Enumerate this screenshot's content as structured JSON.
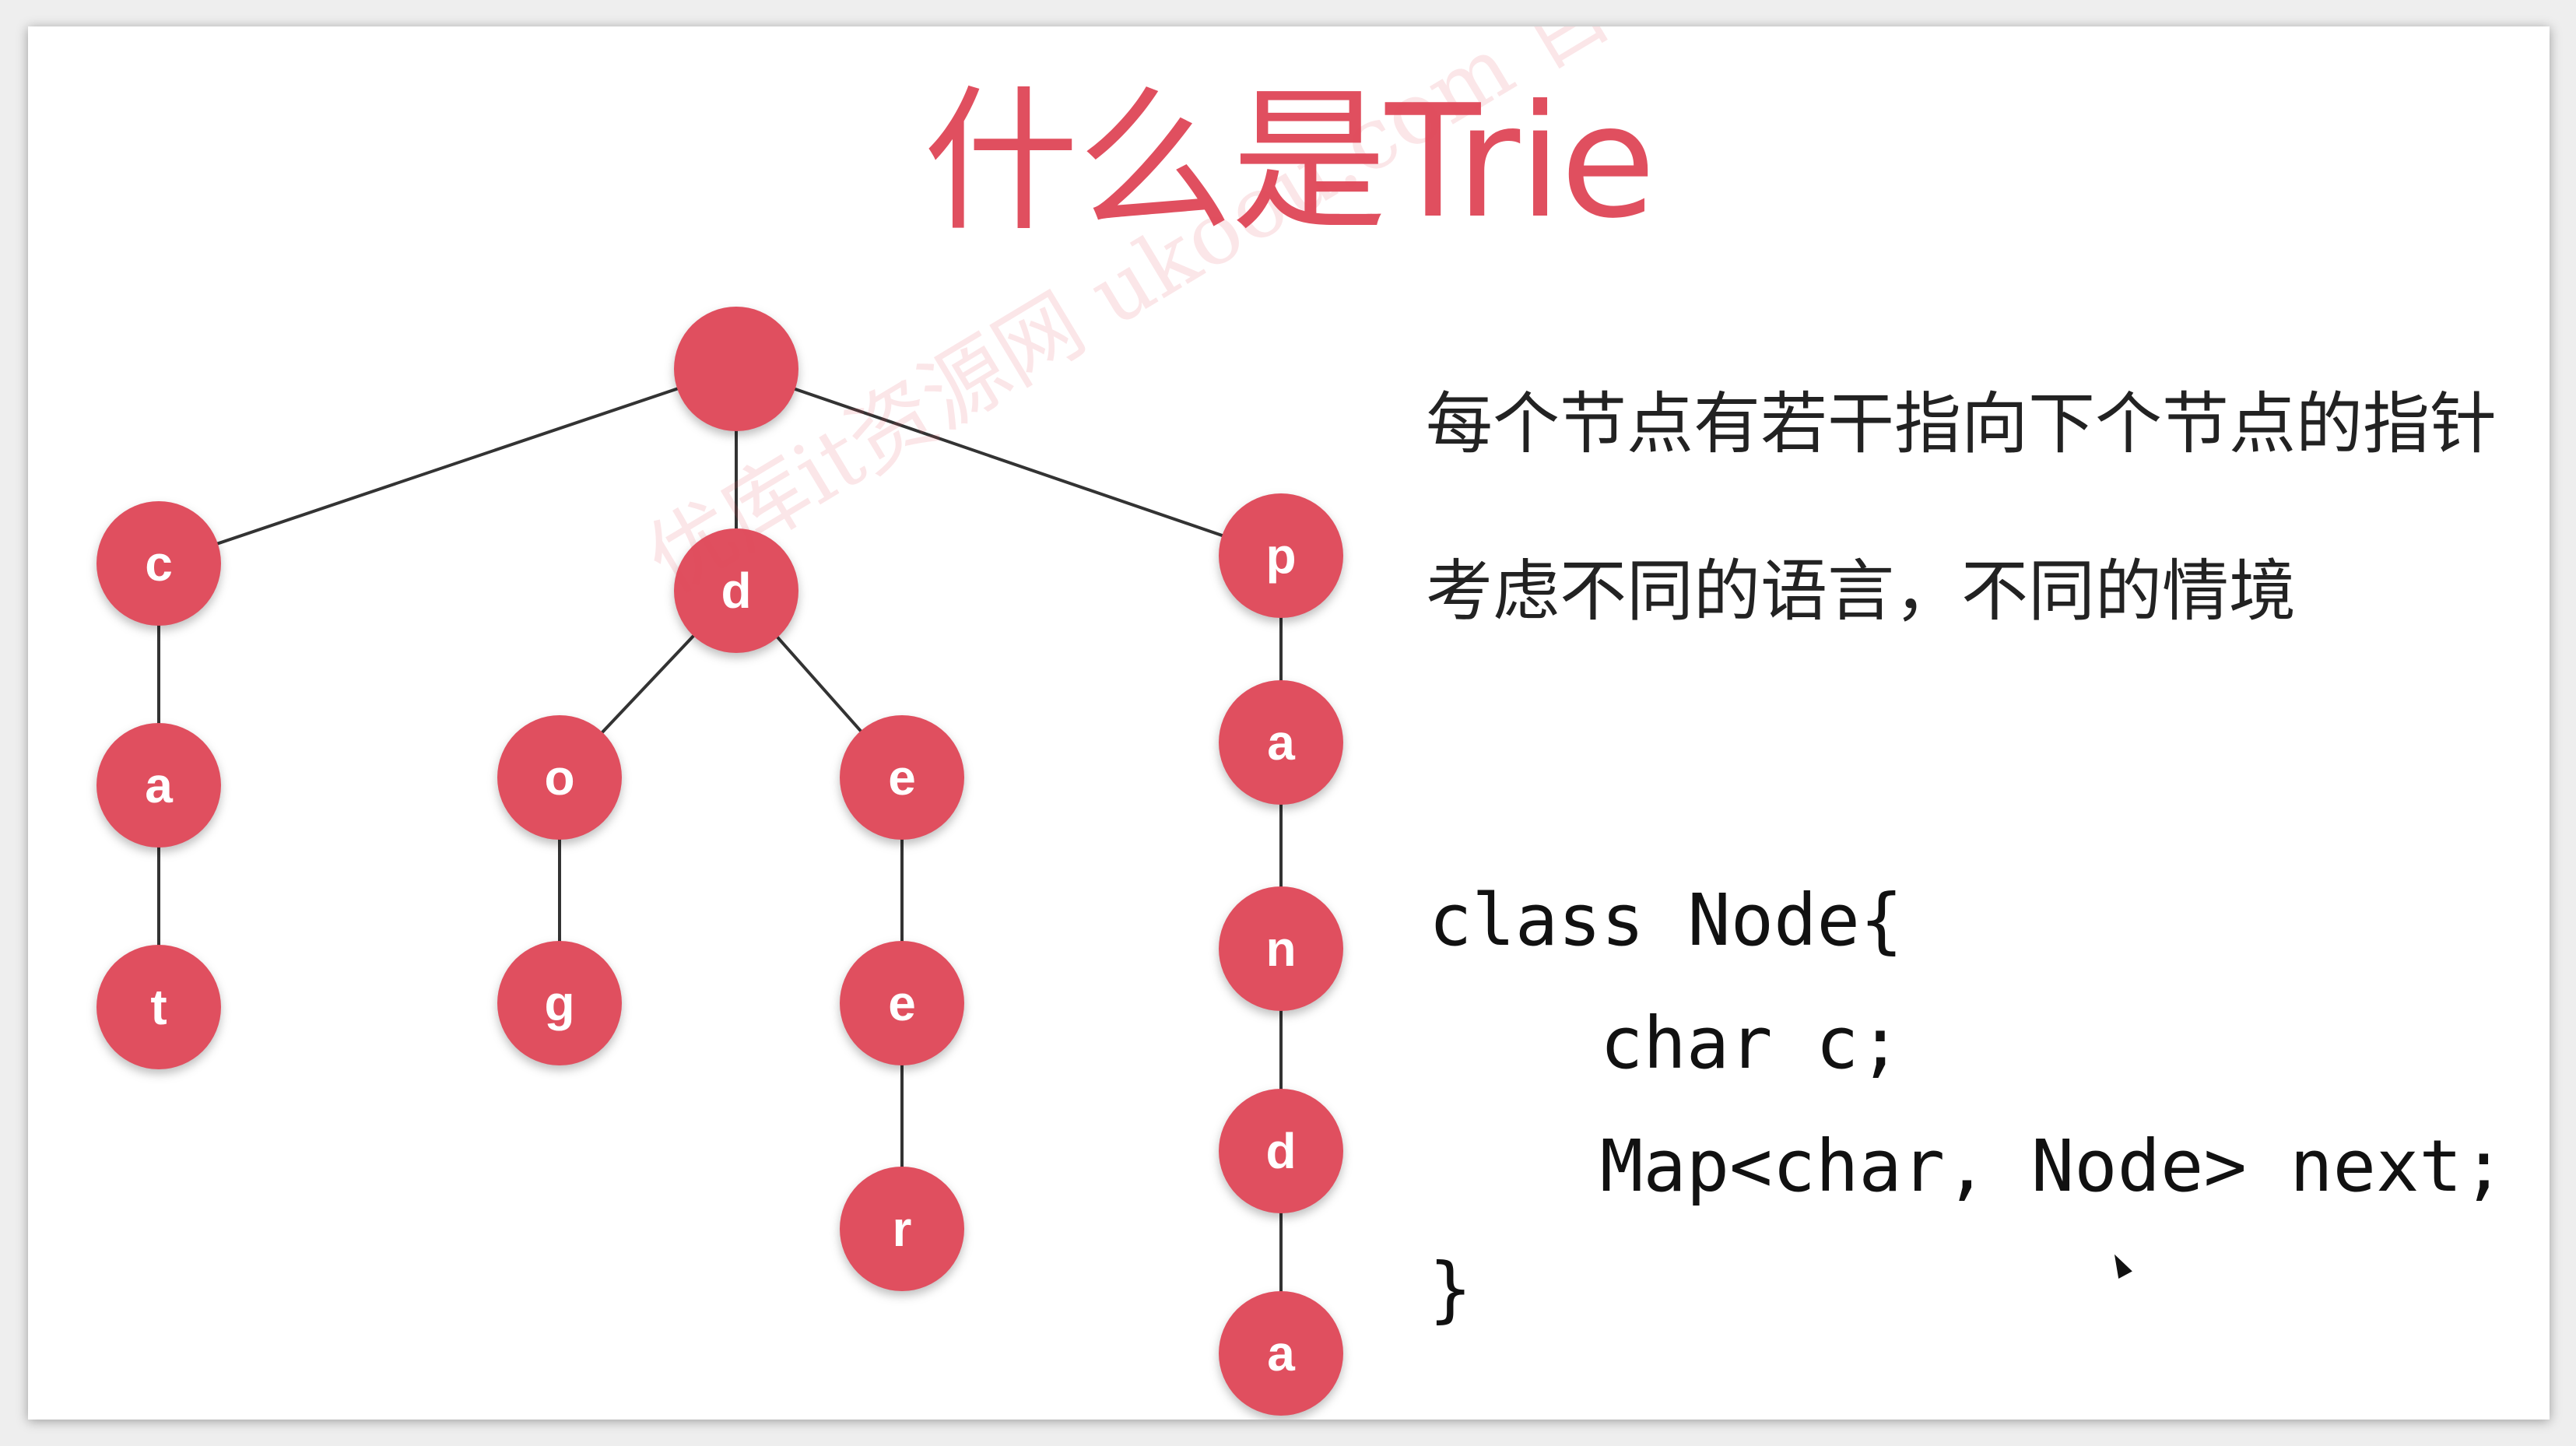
{
  "title": "什么是Trie",
  "descriptions": [
    "每个节点有若干指向下个节点的指针",
    "考虑不同的语言，不同的情境"
  ],
  "code_lines": [
    "class Node{",
    "char c;",
    "Map<char, Node> next;",
    "}"
  ],
  "watermark": "优库it资源网 ukoou.com 百下资源随心下",
  "tree": {
    "nodes": [
      {
        "id": "root",
        "label": ""
      },
      {
        "id": "c",
        "label": "c"
      },
      {
        "id": "ca",
        "label": "a"
      },
      {
        "id": "cat",
        "label": "t"
      },
      {
        "id": "d",
        "label": "d"
      },
      {
        "id": "do",
        "label": "o"
      },
      {
        "id": "dog",
        "label": "g"
      },
      {
        "id": "de",
        "label": "e"
      },
      {
        "id": "dee",
        "label": "e"
      },
      {
        "id": "deer",
        "label": "r"
      },
      {
        "id": "p",
        "label": "p"
      },
      {
        "id": "pa",
        "label": "a"
      },
      {
        "id": "pan",
        "label": "n"
      },
      {
        "id": "pand",
        "label": "d"
      },
      {
        "id": "panda",
        "label": "a"
      }
    ],
    "edges": [
      [
        "root",
        "c"
      ],
      [
        "root",
        "d"
      ],
      [
        "root",
        "p"
      ],
      [
        "c",
        "ca"
      ],
      [
        "ca",
        "cat"
      ],
      [
        "d",
        "do"
      ],
      [
        "do",
        "dog"
      ],
      [
        "d",
        "de"
      ],
      [
        "de",
        "dee"
      ],
      [
        "dee",
        "deer"
      ],
      [
        "p",
        "pa"
      ],
      [
        "pa",
        "pan"
      ],
      [
        "pan",
        "pand"
      ],
      [
        "pand",
        "panda"
      ]
    ]
  },
  "colors": {
    "accent": "#e04f5f",
    "node_text": "#ffffff",
    "edge": "#333333"
  }
}
